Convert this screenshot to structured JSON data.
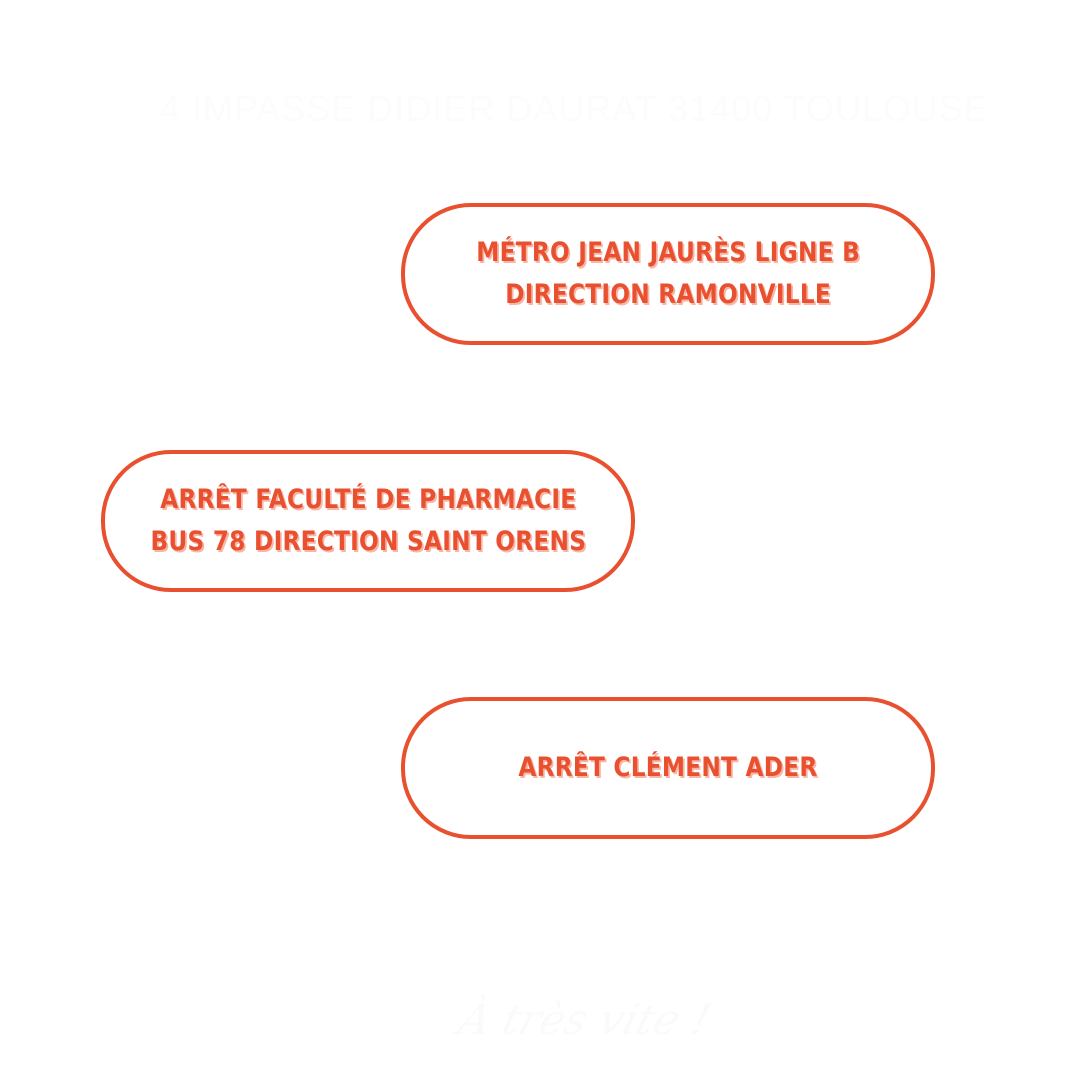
{
  "address": "4 IMPASSE DIDIER DAURAT 31400 TOULOUSE",
  "stops": [
    {
      "line1": "MÉTRO JEAN JAURÈS LIGNE B",
      "line2": "DIRECTION RAMONVILLE"
    },
    {
      "line1": "ARRÊT FACULTÉ DE PHARMACIE",
      "line2": "BUS 78 DIRECTION SAINT ORENS"
    },
    {
      "line1": "ARRÊT CLÉMENT ADER",
      "line2": ""
    }
  ],
  "closing": "À très vite !",
  "colors": {
    "accent": "#e8502f",
    "background": "#ffffff"
  }
}
